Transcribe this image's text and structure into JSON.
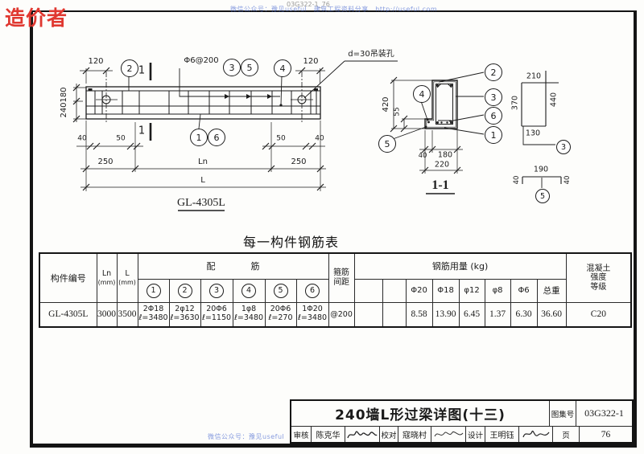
{
  "page": {
    "red_watermark": "造价者",
    "doc_id": "03G322-1_76",
    "watermark_top": "微信公众号：豫见useful　建筑工程资料分享　http://useful.com",
    "watermark_bottom": "微信公众号：豫见useful"
  },
  "callouts": [
    "1",
    "2",
    "3",
    "4",
    "5",
    "6"
  ],
  "beam": {
    "label": "GL-4305L",
    "rebar_note": "Φ6@200",
    "hole_note": "d=30吊装孔",
    "section_mark": "1",
    "dim_120_left": "120",
    "dim_120_right": "120",
    "dim_180": "180",
    "dim_240": "240",
    "dim_40_left": "40",
    "dim_50_left": "50",
    "dim_50_right": "50",
    "dim_40_right": "40",
    "dim_250_left": "250",
    "dim_ln": "Ln",
    "dim_250_right": "250",
    "dim_l": "L"
  },
  "section": {
    "title": "1-1",
    "dim_420": "420",
    "dim_55": "55",
    "dim_40": "40",
    "dim_180": "180",
    "dim_220": "220"
  },
  "shape3": {
    "dim_210": "210",
    "dim_370": "370",
    "dim_440": "440",
    "dim_130": "130"
  },
  "shape5": {
    "dim_190": "190",
    "dim_40_left": "40",
    "dim_40_right": "40"
  },
  "table": {
    "title": "每一构件钢筋表",
    "header": {
      "member": "构件编号",
      "ln": "Ln",
      "l": "L",
      "mm": "(mm)",
      "rebar_group1": "配",
      "rebar_group2": "筋",
      "stirrup1": "箍筋",
      "stirrup2": "间距",
      "usage": "钢筋用量 (kg)",
      "d20": "Φ20",
      "d18": "Φ18",
      "d12": "φ12",
      "d8": "φ8",
      "d6": "Φ6",
      "total": "总重",
      "concrete1": "混凝土",
      "concrete2": "强度",
      "concrete3": "等级"
    },
    "row": {
      "member": "GL-4305L",
      "ln": "3000",
      "l": "3500",
      "r1a": "2Φ18",
      "r1b": "ℓ=3480",
      "r2a": "2φ12",
      "r2b": "ℓ=3630",
      "r3a": "20Φ6",
      "r3b": "ℓ=1150",
      "r4a": "1φ8",
      "r4b": "ℓ=3480",
      "r5a": "20Φ6",
      "r5b": "ℓ=270",
      "r6a": "1Φ20",
      "r6b": "ℓ=3480",
      "spacing": "@200",
      "d20": "8.58",
      "d18": "13.90",
      "d12": "6.45",
      "d8": "1.37",
      "d6": "6.30",
      "total": "36.60",
      "concrete": "C20"
    }
  },
  "titleblock": {
    "title": "240墙L形过梁详图(十三)",
    "atlas_label": "图集号",
    "atlas_no": "03G322-1",
    "page_label": "页",
    "page_no": "76",
    "review_label": "审核",
    "review_name": "陈克华",
    "proof_label": "校对",
    "proof_name": "寇晓村",
    "design_label": "设计",
    "design_name": "王明钰"
  }
}
